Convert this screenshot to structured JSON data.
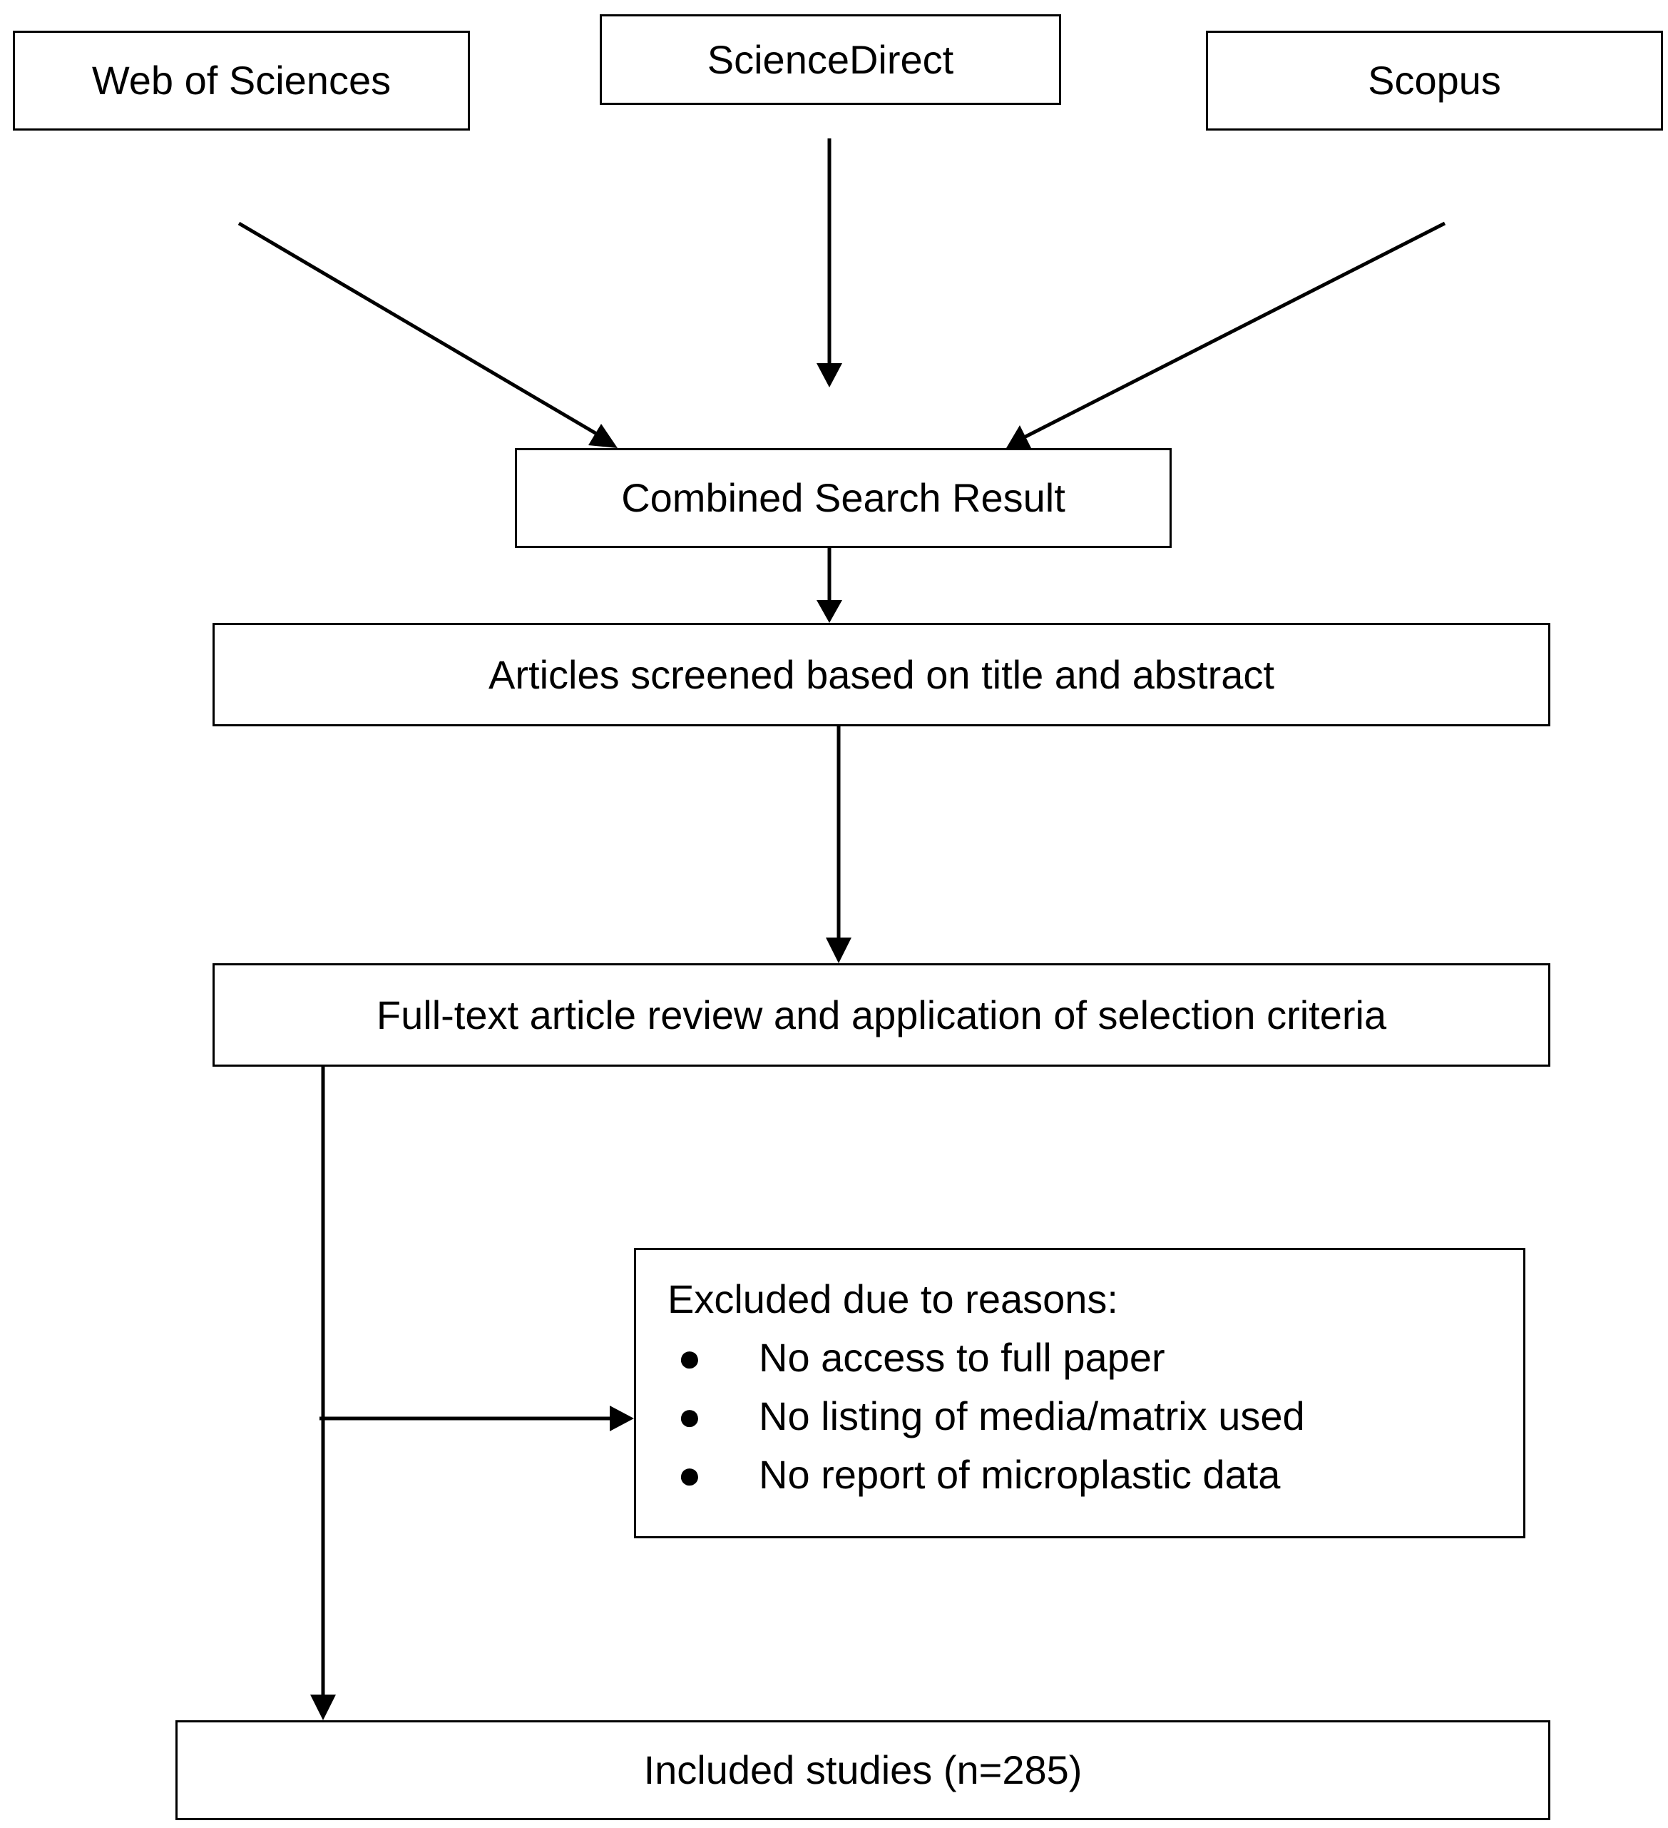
{
  "sources": {
    "web_of_sciences": "Web of Sciences",
    "sciencedirect": "ScienceDirect",
    "scopus": "Scopus"
  },
  "combined": "Combined Search Result",
  "screening": "Articles screened based on title and abstract",
  "full_text": "Full-text article review and application of selection criteria",
  "exclusion": {
    "heading": "Excluded due to reasons:",
    "reasons": [
      "No access to full paper",
      "No listing of media/matrix used",
      "No report of microplastic data"
    ]
  },
  "included": "Included studies (n=285)"
}
